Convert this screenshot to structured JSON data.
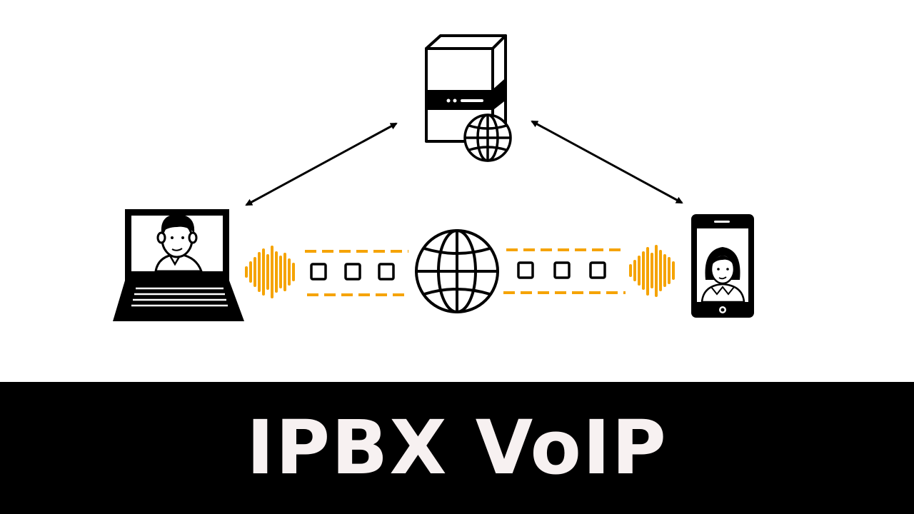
{
  "banner": {
    "title": "IPBX VoIP"
  },
  "diagram": {
    "nodes": [
      {
        "id": "ipbx-server",
        "icon": "server-globe-icon"
      },
      {
        "id": "laptop-caller",
        "icon": "laptop-user-icon"
      },
      {
        "id": "smartphone-callee",
        "icon": "smartphone-user-icon"
      },
      {
        "id": "internet",
        "icon": "globe-icon"
      }
    ],
    "links": [
      {
        "from": "laptop-caller",
        "to": "ipbx-server",
        "style": "double-arrow"
      },
      {
        "from": "smartphone-callee",
        "to": "ipbx-server",
        "style": "double-arrow"
      },
      {
        "from": "laptop-caller",
        "to": "internet",
        "style": "voice-packets"
      },
      {
        "from": "internet",
        "to": "smartphone-callee",
        "style": "voice-packets"
      }
    ]
  },
  "colors": {
    "accent": "#f5a300",
    "ink": "#000000",
    "banner_bg": "#000000",
    "banner_text": "#f7f1f1"
  }
}
